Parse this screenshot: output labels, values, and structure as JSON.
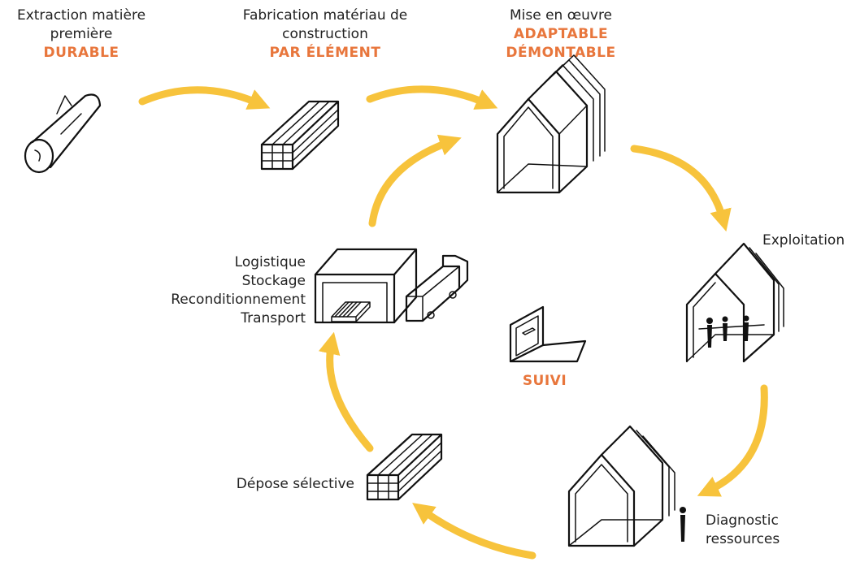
{
  "steps": {
    "extraction": {
      "line1": "Extraction matière",
      "line2": "première",
      "accent": "DURABLE"
    },
    "fabrication": {
      "line1": "Fabrication matériau de",
      "line2": "construction",
      "accent": "PAR ÉLÉMENT"
    },
    "mise_en_oeuvre": {
      "line1": "Mise en œuvre",
      "accent1": "ADAPTABLE",
      "accent2": "DÉMONTABLE"
    },
    "exploitation": {
      "label": "Exploitation"
    },
    "diagnostic": {
      "line1": "Diagnostic",
      "line2": "ressources"
    },
    "depose": {
      "label": "Dépose sélective"
    },
    "logistique": {
      "line1": "Logistique",
      "line2": "Stockage",
      "line3": "Reconditionnement",
      "line4": "Transport"
    },
    "suivi": {
      "accent": "SUIVI"
    }
  },
  "colors": {
    "accent": "#E8763C",
    "arrow": "#F7C33C",
    "ink": "#111111"
  },
  "icons": [
    "log-icon",
    "lumber-stack-icon",
    "house-frame-icon",
    "occupied-house-icon",
    "house-diagnostic-icon",
    "warehouse-truck-icon",
    "laptop-icon"
  ]
}
